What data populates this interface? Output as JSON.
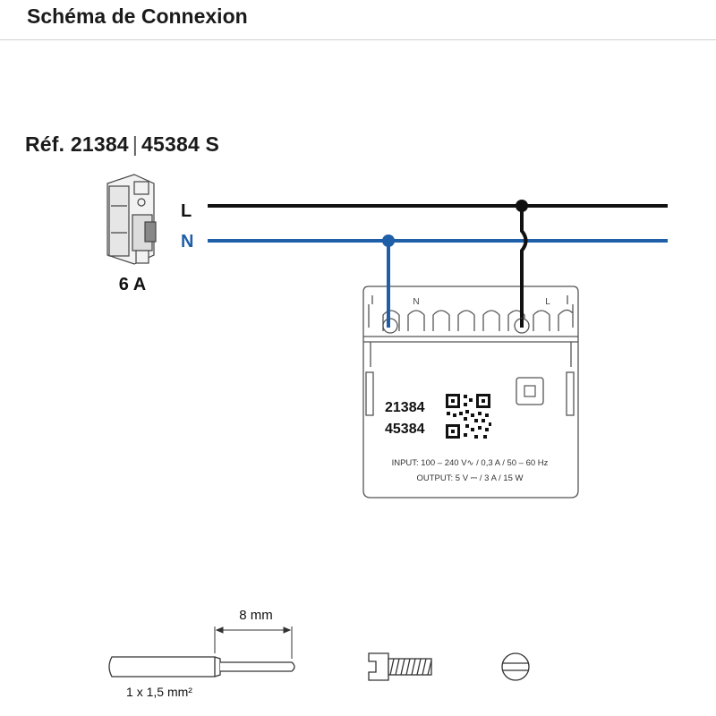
{
  "header": {
    "title": "Schéma de Connexion"
  },
  "reference": {
    "ref_prefix": "Réf. 21384",
    "separator": "|",
    "ref_suffix": "45384 S"
  },
  "breaker": {
    "rating": "6 A"
  },
  "lines": {
    "live_label": "L",
    "neutral_label": "N"
  },
  "module": {
    "terminal_n": "N",
    "terminal_l": "L",
    "model_1": "21384",
    "model_2": "45384",
    "input_spec": "INPUT: 100 – 240 V∿ / 0,3 A / 50 – 60 Hz",
    "output_spec": "OUTPUT: 5 V ⎓ / 3 A / 15 W"
  },
  "wire_spec": {
    "strip_length": "8 mm",
    "cross_section": "1 x 1,5 mm²"
  },
  "colors": {
    "live": "#111111",
    "neutral": "#1f5fa8",
    "outline": "#555555"
  },
  "icons": [
    "breaker-icon",
    "qr-code-icon",
    "screw-icon",
    "screw-head-icon",
    "stripped-wire-icon"
  ]
}
